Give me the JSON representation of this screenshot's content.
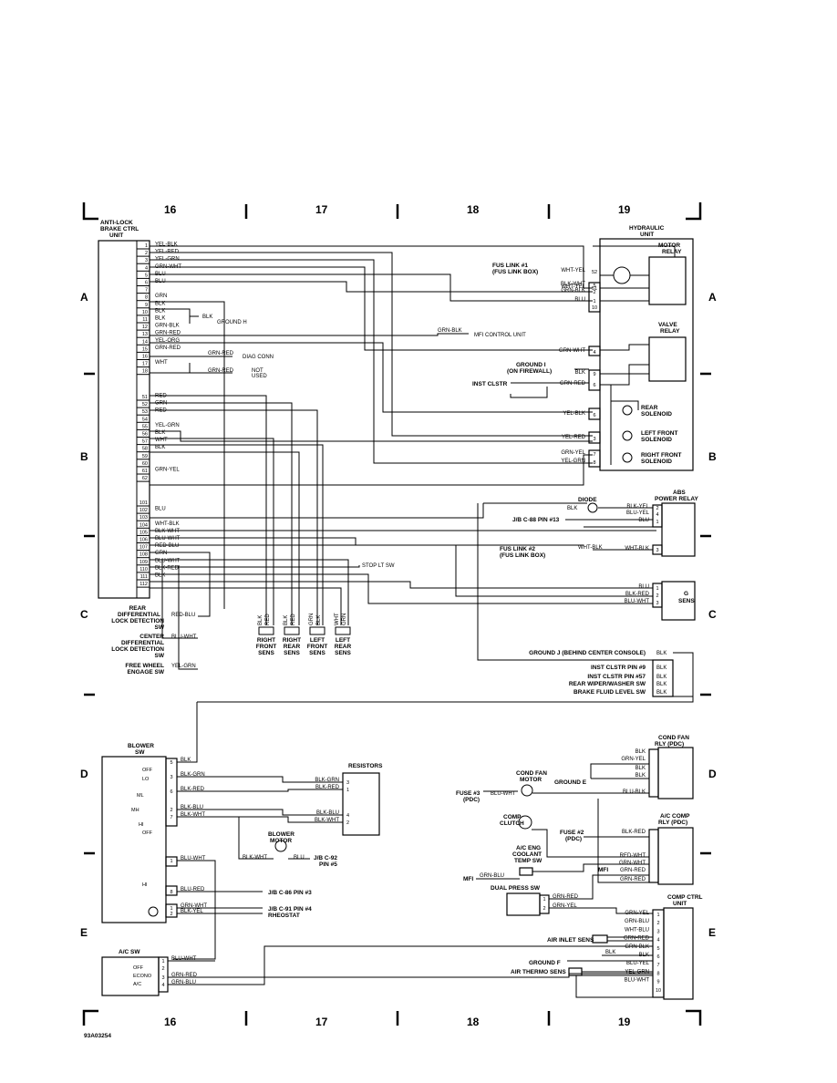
{
  "grid": {
    "columns": [
      "16",
      "17",
      "18",
      "19"
    ],
    "rows": [
      "A",
      "B",
      "C",
      "D",
      "E"
    ]
  },
  "doc_id": "93A03254",
  "abs_unit": {
    "title": [
      "ANTI-LOCK",
      "BRAKE CTRL",
      "UNIT"
    ],
    "pins": [
      {
        "n": "1",
        "w": "YEL-BLK"
      },
      {
        "n": "2",
        "w": "YEL-RED"
      },
      {
        "n": "3",
        "w": "YEL-GRN"
      },
      {
        "n": "4",
        "w": "GRN-WHT"
      },
      {
        "n": "5",
        "w": "BLU"
      },
      {
        "n": "6",
        "w": "BLU"
      },
      {
        "n": "7",
        "w": ""
      },
      {
        "n": "8",
        "w": "GRN"
      },
      {
        "n": "9",
        "w": "BLK"
      },
      {
        "n": "10",
        "w": "BLK"
      },
      {
        "n": "11",
        "w": "BLK"
      },
      {
        "n": "12",
        "w": "GRN-BLK"
      },
      {
        "n": "13",
        "w": "GRN-RED"
      },
      {
        "n": "14",
        "w": "YEL-ORG"
      },
      {
        "n": "15",
        "w": "GRN-RED"
      },
      {
        "n": "16",
        "w": ""
      },
      {
        "n": "17",
        "w": "WHT"
      },
      {
        "n": "18",
        "w": ""
      },
      {
        "n": "51",
        "w": "RED"
      },
      {
        "n": "52",
        "w": "GRN"
      },
      {
        "n": "53",
        "w": "RED"
      },
      {
        "n": "54",
        "w": ""
      },
      {
        "n": "55",
        "w": "YEL-GRN"
      },
      {
        "n": "56",
        "w": "BLK"
      },
      {
        "n": "57",
        "w": "WHT"
      },
      {
        "n": "58",
        "w": "BLK"
      },
      {
        "n": "59",
        "w": ""
      },
      {
        "n": "60",
        "w": ""
      },
      {
        "n": "61",
        "w": "GRN-YEL"
      },
      {
        "n": "62",
        "w": ""
      },
      {
        "n": "101",
        "w": ""
      },
      {
        "n": "102",
        "w": "BLU"
      },
      {
        "n": "103",
        "w": ""
      },
      {
        "n": "104",
        "w": "WHT-BLK"
      },
      {
        "n": "105",
        "w": "BLK-WHT"
      },
      {
        "n": "106",
        "w": "BLU-WHT"
      },
      {
        "n": "107",
        "w": "RED-BLU"
      },
      {
        "n": "108",
        "w": "GRN"
      },
      {
        "n": "109",
        "w": "BLU-WHT"
      },
      {
        "n": "110",
        "w": "BLK-RED"
      },
      {
        "n": "111",
        "w": "BLK"
      },
      {
        "n": "112",
        "w": ""
      }
    ]
  },
  "labels": {
    "ground_h": "GROUND H",
    "blk": "BLK",
    "grn_blk": "GRN-BLK",
    "mfi_control_unit": "MFI CONTROL UNIT",
    "grn_red": "GRN-RED",
    "diag_conn": "DIAG CONN",
    "not_used": [
      "NOT",
      "USED"
    ],
    "stop_lt_sw": "STOP LT SW",
    "rear_diff": [
      "REAR",
      "DIFFERENTIAL",
      "LOCK DETECTION",
      "SW"
    ],
    "rear_diff_wire": "RED-BLU",
    "center_diff": [
      "CENTER",
      "DIFFERENTIAL",
      "LOCK DETECTION",
      "SW"
    ],
    "center_diff_wire": "BLU-WHT",
    "free_wheel": [
      "FREE WHEEL",
      "ENGAGE SW"
    ],
    "free_wheel_wire": "YEL-GRN"
  },
  "wheel_sensors": [
    {
      "name": [
        "RIGHT",
        "FRONT",
        "SENS"
      ],
      "w1": "BLK",
      "w2": "RED"
    },
    {
      "name": [
        "RIGHT",
        "REAR",
        "SENS"
      ],
      "w1": "BLK",
      "w2": "RED"
    },
    {
      "name": [
        "LEFT",
        "FRONT",
        "SENS"
      ],
      "w1": "GRN",
      "w2": "BLK"
    },
    {
      "name": [
        "LEFT",
        "REAR",
        "SENS"
      ],
      "w1": "WHT",
      "w2": "GRN"
    }
  ],
  "hydraulic": {
    "title": [
      "HYDRAULIC",
      "UNIT"
    ],
    "motor_relay": [
      "MOTOR",
      "RELAY"
    ],
    "valve_relay": [
      "VALVE",
      "RELAY"
    ],
    "fus_link_1": [
      "FUS LINK #1",
      "(FUS LINK BOX)"
    ],
    "ground_i": [
      "GROUND I",
      "(ON FIREWALL)"
    ],
    "inst_clstr": "INST CLSTR",
    "rear_sol": [
      "REAR",
      "SOLENOID"
    ],
    "lf_sol": [
      "LEFT FRONT",
      "SOLENOID"
    ],
    "rf_sol": [
      "RIGHT FRONT",
      "SOLENOID"
    ],
    "pins": [
      {
        "n": "51",
        "w": "WHT-YEL"
      },
      {
        "n": "52",
        "w": "WHT-YEL"
      },
      {
        "n": "5",
        "w": "BLK-WHT"
      },
      {
        "n": "2",
        "w": "GRN-BLK"
      },
      {
        "n": "1",
        "w": "BLU"
      },
      {
        "n": "10",
        "w": ""
      },
      {
        "n": "4",
        "w": "GRN-WHT"
      },
      {
        "n": "9",
        "w": "BLK"
      },
      {
        "n": "6",
        "w": "GRN-RED"
      },
      {
        "n": "6",
        "w": "YEL-BLK"
      },
      {
        "n": "3",
        "w": "YEL-RED"
      },
      {
        "n": "7",
        "w": "GRN-YEL"
      },
      {
        "n": "8",
        "w": "YEL-GRN"
      }
    ]
  },
  "abs_power": {
    "title": [
      "ABS",
      "POWER RELAY"
    ],
    "diode": "DIODE",
    "jb_c88": "J/B C-88 PIN #13",
    "fus_link_2": [
      "FUS LINK #2",
      "(FUS LINK BOX)"
    ],
    "pins": [
      {
        "n": "2",
        "w": "BLK-YEL"
      },
      {
        "n": "4",
        "w": "BLU-YEL"
      },
      {
        "n": "1",
        "w": "BLU"
      },
      {
        "n": "3",
        "w": "WHT-BLK"
      }
    ],
    "wht_blk": "WHT-BLK",
    "blk": "BLK"
  },
  "g_sens": {
    "title": [
      "G",
      "SENS"
    ],
    "pins": [
      {
        "n": "1",
        "w": "BLU"
      },
      {
        "n": "2",
        "w": "BLK-RED"
      },
      {
        "n": "3",
        "w": "BLU-WHT"
      }
    ]
  },
  "ground_j": {
    "items": [
      "GROUND J (BEHIND CENTER CONSOLE)",
      "INST CLSTR PIN #9",
      "INST CLSTR PIN #57",
      "REAR WIPER/WASHER SW",
      "BRAKE FLUID LEVEL SW"
    ],
    "wire": "BLK"
  },
  "blower": {
    "title": [
      "BLOWER",
      "SW"
    ],
    "positions": [
      "OFF",
      "LO",
      "ML",
      "MH",
      "HI",
      "OFF",
      "HI"
    ],
    "pins": [
      {
        "n": "5",
        "w": "BLK"
      },
      {
        "n": "3",
        "w": "BLK-GRN"
      },
      {
        "n": "6",
        "w": "BLK-RED"
      },
      {
        "n": "2",
        "w": "BLK-BLU"
      },
      {
        "n": "7",
        "w": "BLK-WHT"
      },
      {
        "n": "1",
        "w": "BLU-WHT"
      },
      {
        "n": "8",
        "w": "BLU-RED"
      },
      {
        "n": "1",
        "w": "GRN-WHT"
      },
      {
        "n": "2",
        "w": "BLK-YEL"
      }
    ],
    "resistors": "RESISTORS",
    "res_pins": [
      {
        "n": "3",
        "w": "BLK-GRN"
      },
      {
        "n": "1",
        "w": "BLK-RED"
      },
      {
        "n": "4",
        "w": "BLK-BLU"
      },
      {
        "n": "2",
        "w": "BLK-WHT"
      }
    ],
    "motor": [
      "BLOWER",
      "MOTOR"
    ],
    "motor_w1": "BLK-WHT",
    "motor_w2": "BLU",
    "jb_c92": [
      "J/B C-92",
      "PIN #5"
    ],
    "jb_c86": "J/B C-86 PIN #3",
    "jb_c91": "J/B C-91 PIN #4",
    "rheostat": "RHEOSTAT"
  },
  "ac_sw": {
    "title": "A/C SW",
    "positions": [
      "OFF",
      "ECONO",
      "A/C"
    ],
    "pins": [
      {
        "n": "1",
        "w": "BLU-WHT"
      },
      {
        "n": "2",
        "w": ""
      },
      {
        "n": "3",
        "w": "GRN-RED"
      },
      {
        "n": "4",
        "w": "GRN-BLU"
      }
    ]
  },
  "comp_side": {
    "cond_fan_rly": [
      "COND FAN",
      "RLY (PDC)"
    ],
    "cond_fan_pins": [
      {
        "w": "BLK"
      },
      {
        "w": "GRN-YEL"
      },
      {
        "w": "BLK"
      },
      {
        "w": "BLK"
      },
      {
        "w": "BLU-BLK"
      }
    ],
    "cond_fan_motor": [
      "COND FAN",
      "MOTOR"
    ],
    "ground_e": "GROUND E",
    "fuse3": [
      "FUSE #3",
      "(PDC)"
    ],
    "fuse3_wire": "BLU-WHT",
    "comp_clutch": [
      "COMP",
      "CLUTCH"
    ],
    "fuse2": [
      "FUSE #2",
      "(PDC)"
    ],
    "ac_comp_rly": [
      "A/C COMP",
      "RLY (PDC)"
    ],
    "ac_comp_pins": [
      {
        "w": "BLK-RED"
      },
      {
        "w": "RED-WHT"
      },
      {
        "w": "GRN-WHT"
      },
      {
        "w": "GRN-RED"
      },
      {
        "w": "GRN-RED"
      }
    ],
    "coolant_sw": [
      "A/C ENG",
      "COOLANT",
      "TEMP SW"
    ],
    "mfi": "MFI",
    "mfi_wire": "GRN-BLU",
    "dual_press": "DUAL PRESS SW",
    "dual_pins": [
      {
        "n": "1",
        "w": "GRN-RED"
      },
      {
        "n": "2",
        "w": "GRN-YEL"
      }
    ],
    "comp_ctrl": [
      "COMP CTRL",
      "UNIT"
    ],
    "comp_pins": [
      {
        "n": "1",
        "w": "GRN-YEL"
      },
      {
        "n": "2",
        "w": "GRN-BLU"
      },
      {
        "n": "3",
        "w": "WHT-BLU"
      },
      {
        "n": "4",
        "w": "GRN-RED"
      },
      {
        "n": "5",
        "w": "GRN-BLK"
      },
      {
        "n": "6",
        "w": "BLK"
      },
      {
        "n": "7",
        "w": "BLU-YEL"
      },
      {
        "n": "8",
        "w": "YEL-GRN"
      },
      {
        "n": "9",
        "w": "BLU-WHT"
      },
      {
        "n": "10",
        "w": ""
      }
    ],
    "air_inlet": "AIR INLET SENS",
    "ground_f": "GROUND F",
    "air_thermo": "AIR THERMO SENS",
    "blk": "BLK"
  }
}
